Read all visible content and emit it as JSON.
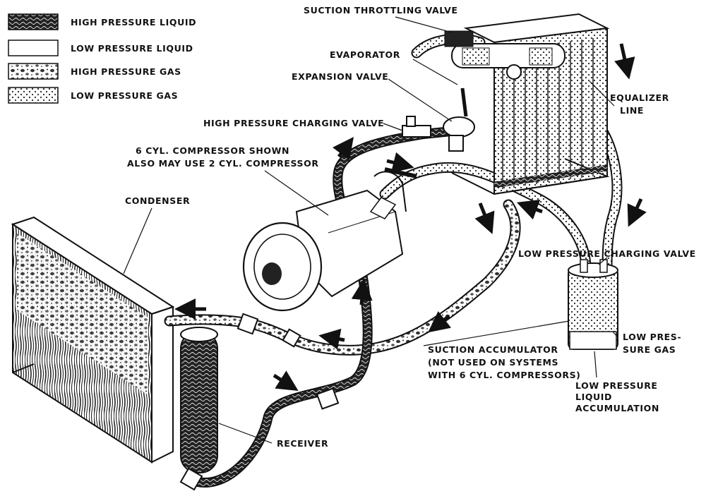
{
  "legend": {
    "items": [
      {
        "label": "HIGH PRESSURE LIQUID",
        "pattern": "wavy-dark"
      },
      {
        "label": "LOW PRESSURE LIQUID",
        "pattern": "blank"
      },
      {
        "label": "HIGH PRESSURE GAS",
        "pattern": "bubbles"
      },
      {
        "label": "LOW PRESSURE GAS",
        "pattern": "dots"
      }
    ]
  },
  "labels": {
    "suction_throttling_valve": "SUCTION THROTTLING VALVE",
    "evaporator": "EVAPORATOR",
    "expansion_valve": "EXPANSION VALVE",
    "equalizer_line_1": "EQUALIZER",
    "equalizer_line_2": "LINE",
    "high_pressure_charging_valve": "HIGH PRESSURE CHARGING VALVE",
    "compressor_1": "6 CYL. COMPRESSOR SHOWN",
    "compressor_2": "ALSO MAY USE 2 CYL. COMPRESSOR",
    "condenser": "CONDENSER",
    "low_pressure_charging_valve": "LOW PRESSURE CHARGING VALVE",
    "suction_accumulator_1": "SUCTION ACCUMULATOR",
    "suction_accumulator_2": "(NOT USED ON SYSTEMS",
    "suction_accumulator_3": "WITH 6 CYL. COMPRESSORS)",
    "low_pressure_gas_1": "LOW PRES-",
    "low_pressure_gas_2": "SURE GAS",
    "low_pressure_liquid_acc_1": "LOW PRESSURE",
    "low_pressure_liquid_acc_2": "LIQUID",
    "low_pressure_liquid_acc_3": "ACCUMULATION",
    "receiver": "RECEIVER"
  },
  "colors": {
    "ink": "#111111",
    "paper": "#ffffff"
  }
}
